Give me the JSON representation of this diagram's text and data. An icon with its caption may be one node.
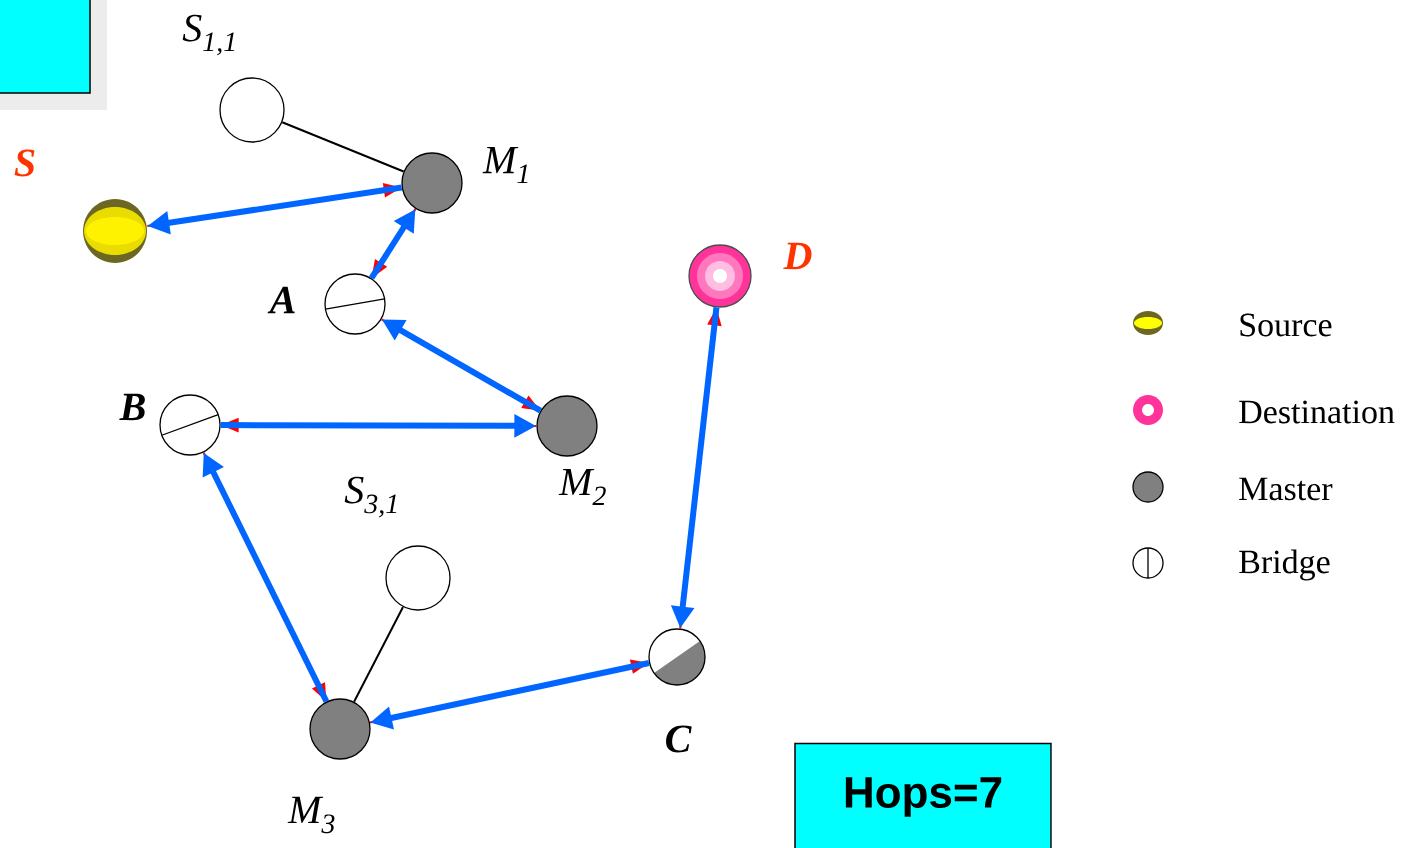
{
  "diagram": {
    "nodes": [
      {
        "text": [],
        "shape": "box"
      },
      {
        "text": [
          "S$_{1,1}$"
        ]
      },
      {
        "text": [
          "S"
        ]
      },
      {
        "text": [
          "M$_{1}$"
        ]
      },
      {
        "text": [
          "A"
        ]
      },
      {
        "text": [
          "B"
        ]
      },
      {
        "text": [
          "M$_{2}$"
        ]
      },
      {
        "text": [
          "D"
        ]
      },
      {
        "text": [
          "S$_{3,1}$"
        ]
      },
      {
        "text": [
          "M$_{3}$"
        ]
      },
      {
        "text": [
          "C"
        ]
      },
      {
        "text": [
          "Hops=7"
        ]
      }
    ],
    "edges": [
      {
        "from": 1,
        "to": 3,
        "arrow": "none",
        "color": "#000000"
      },
      {
        "from": 2,
        "to": 3,
        "arrow": "to",
        "color": "#ff0000"
      },
      {
        "from": 3,
        "to": 2,
        "arrow": "to",
        "style": "thick",
        "color": "#0066ff"
      },
      {
        "from": 3,
        "to": 4,
        "arrow": "to",
        "color": "#ff0000"
      },
      {
        "from": 4,
        "to": 3,
        "arrow": "to",
        "style": "thick",
        "color": "#0066ff"
      },
      {
        "from": 4,
        "to": 6,
        "arrow": "to",
        "color": "#ff0000"
      },
      {
        "from": 6,
        "to": 4,
        "arrow": "to",
        "style": "thick",
        "color": "#0066ff"
      },
      {
        "from": 6,
        "to": 5,
        "arrow": "to",
        "color": "#ff0000"
      },
      {
        "from": 5,
        "to": 6,
        "arrow": "to",
        "style": "thick",
        "color": "#0066ff"
      },
      {
        "from": 5,
        "to": 9,
        "arrow": "to",
        "color": "#ff0000"
      },
      {
        "from": 9,
        "to": 5,
        "arrow": "to",
        "style": "thick",
        "color": "#0066ff"
      },
      {
        "from": 9,
        "to": 10,
        "arrow": "to",
        "color": "#ff0000"
      },
      {
        "from": 10,
        "to": 9,
        "arrow": "to",
        "style": "thick",
        "color": "#0066ff"
      },
      {
        "from": 10,
        "to": 7,
        "arrow": "to",
        "color": "#ff0000"
      },
      {
        "from": 7,
        "to": 10,
        "arrow": "to",
        "style": "thick",
        "color": "#0066ff"
      },
      {
        "from": 8,
        "to": 9,
        "arrow": "none",
        "color": "#000000"
      }
    ],
    "legend": [
      {
        "text": "Source",
        "color": "#ffff00"
      },
      {
        "text": "Destination",
        "color": "#ff3399"
      },
      {
        "text": "Master",
        "color": "#808080"
      },
      {
        "text": "Bridge"
      }
    ]
  }
}
